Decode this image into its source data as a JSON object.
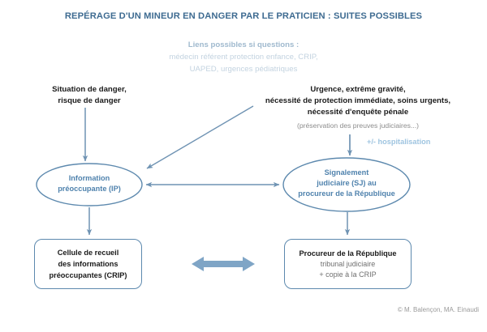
{
  "header": {
    "title": "REPÉRAGE D'UN MINEUR EN DANGER PAR LE PRATICIEN : SUITES POSSIBLES",
    "subtitle_line1": "Liens possibles si questions :",
    "subtitle_line2": "médecin référent protection enfance, CRIP,",
    "subtitle_line3": "UAPED, urgences pédiatriques"
  },
  "labels": {
    "left_trigger_line1": "Situation de danger,",
    "left_trigger_line2": "risque de danger",
    "right_trigger_line1": "Urgence, extrême gravité,",
    "right_trigger_line2": "nécessité de protection immédiate, soins urgents,",
    "right_trigger_line3": "nécessité d'enquête pénale",
    "right_trigger_note": "(préservation des preuves judiciaires...)",
    "hospitalisation": "+/- hospitalisation"
  },
  "nodes": {
    "ip_oval": {
      "line1": "Information",
      "line2": "préoccupante (IP)"
    },
    "sj_oval": {
      "line1": "Signalement",
      "line2": "judiciaire (SJ) au",
      "line3": "procureur de la République"
    },
    "crip_box": {
      "line1": "Cellule de recueil",
      "line2": "des informations",
      "line3": "préoccupantes (CRIP)"
    },
    "procureur_box": {
      "line1": "Procureur de la République",
      "line2": "tribunal judiciaire",
      "line3": "+ copie à la CRIP"
    }
  },
  "credit": "© M. Balençon, MA. Einaudi",
  "colors": {
    "title_blue": "#3e6b91",
    "subtitle_blue": "#9fb9ce",
    "subtitle_faded": "#c3d3e0",
    "oval_stroke": "#5d89ae",
    "oval_text": "#4f82ad",
    "arrow_thin": "#6f93b3",
    "arrow_thick": "#7fa5c6",
    "hospitalisation_blue": "#9ec4e0",
    "body_text": "#1a1a1a",
    "muted_text": "#6f6f6f",
    "background": "#ffffff"
  }
}
